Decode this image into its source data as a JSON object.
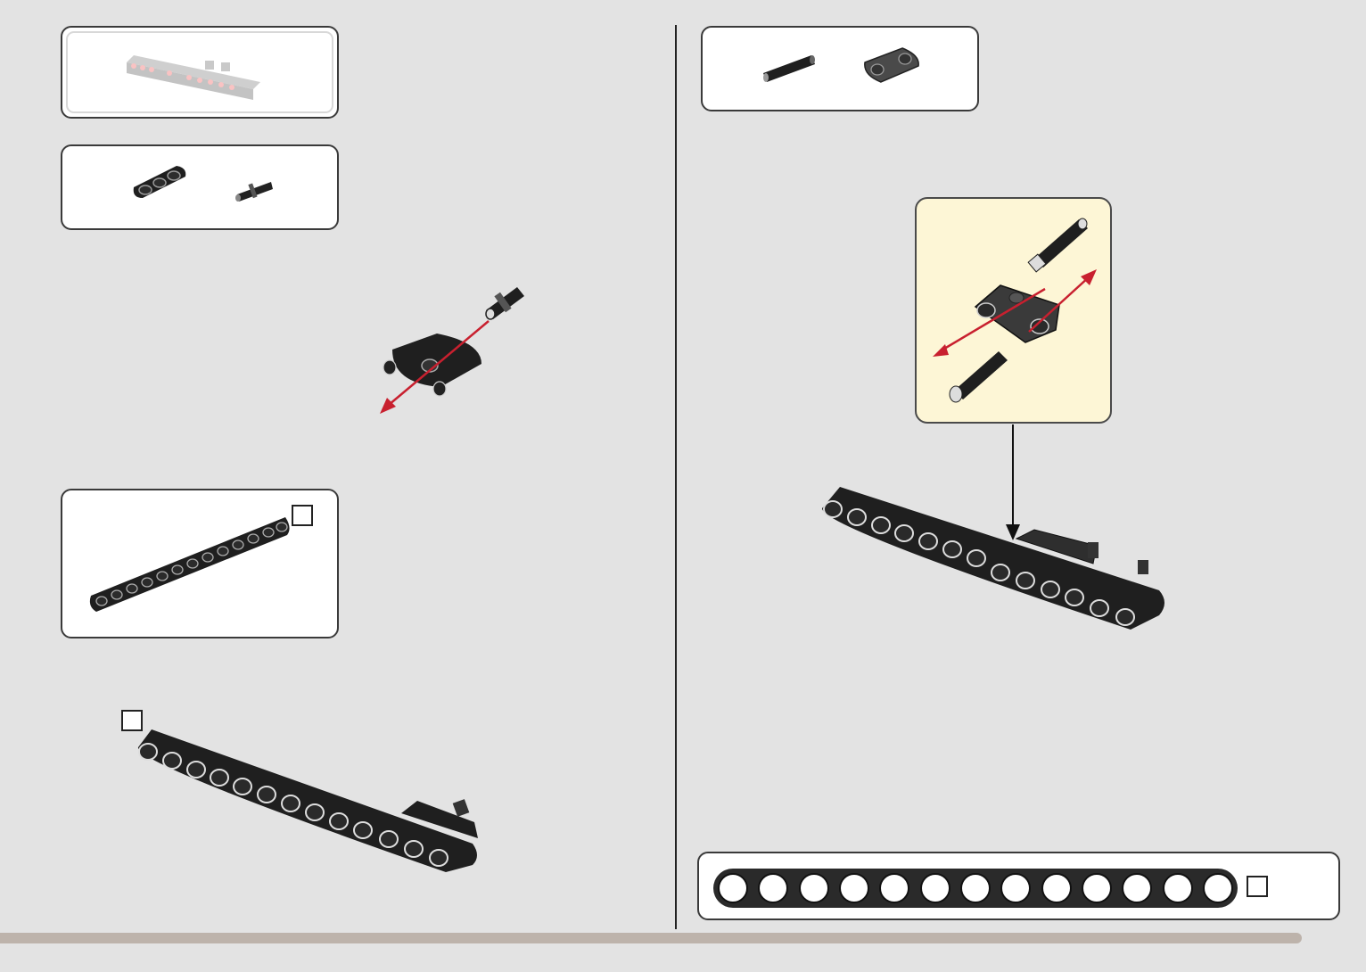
{
  "page": {
    "left_page": {
      "panels": [
        {
          "name": "previous-model-preview"
        },
        {
          "name": "parts-list-step-left"
        },
        {
          "name": "beam-callout-panel"
        }
      ]
    },
    "right_page": {
      "panels": [
        {
          "name": "parts-list-step-right"
        },
        {
          "name": "subassembly-callout"
        },
        {
          "name": "beam-length-reference"
        }
      ],
      "ruler_holes": 13
    }
  },
  "colors": {
    "background": "#e3e3e3",
    "part_black": "#1f1f1f",
    "part_dark_gray": "#4a4a4a",
    "arrow_red": "#c8202f",
    "callout_yellow": "#fdf6d6",
    "footer_bar": "#bdb3ab"
  },
  "icons": {
    "previous-model": "faded-assembly-icon",
    "beam3": "beam-3-icon",
    "pin": "friction-pin-icon",
    "axle-pin": "axle-pin-icon",
    "cross-block": "cross-block-icon",
    "beam13": "beam-13-icon"
  }
}
